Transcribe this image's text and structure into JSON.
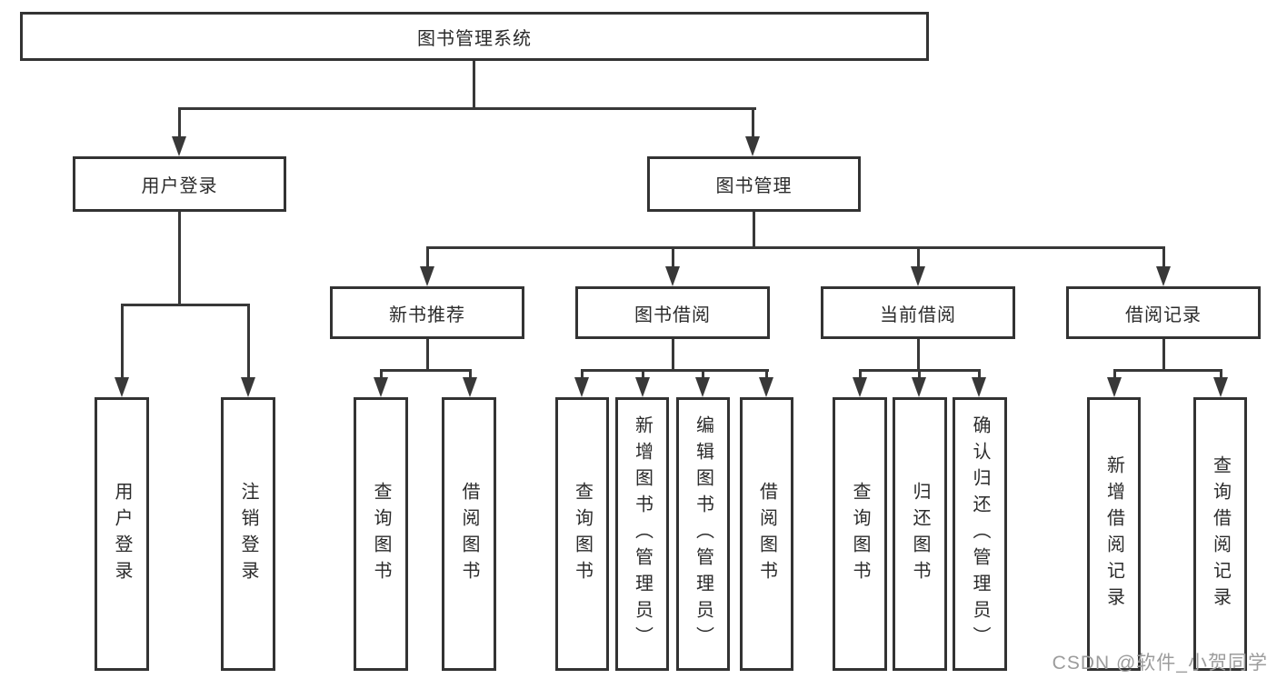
{
  "diagram": {
    "root": {
      "label": "图书管理系统"
    },
    "branches": [
      {
        "label": "用户登录",
        "children": [
          {
            "label": "用户登录"
          },
          {
            "label": "注销登录"
          }
        ]
      },
      {
        "label": "图书管理",
        "children": [
          {
            "label": "新书推荐",
            "children": [
              {
                "label": "查询图书"
              },
              {
                "label": "借阅图书"
              }
            ]
          },
          {
            "label": "图书借阅",
            "children": [
              {
                "label": "查询图书"
              },
              {
                "label": "新增图书（管理员）"
              },
              {
                "label": "编辑图书（管理员）"
              },
              {
                "label": "借阅图书"
              }
            ]
          },
          {
            "label": "当前借阅",
            "children": [
              {
                "label": "查询图书"
              },
              {
                "label": "归还图书"
              },
              {
                "label": "确认归还（管理员）"
              }
            ]
          },
          {
            "label": "借阅记录",
            "children": [
              {
                "label": "新增借阅记录"
              },
              {
                "label": "查询借阅记录"
              }
            ]
          }
        ]
      }
    ]
  },
  "watermark": {
    "text": "CSDN @软件_小贺同学",
    "color": "#9c9c9c"
  },
  "colors": {
    "line": "#383838",
    "box_border": "#333333",
    "text": "#2b2b2b",
    "background": "#ffffff"
  }
}
